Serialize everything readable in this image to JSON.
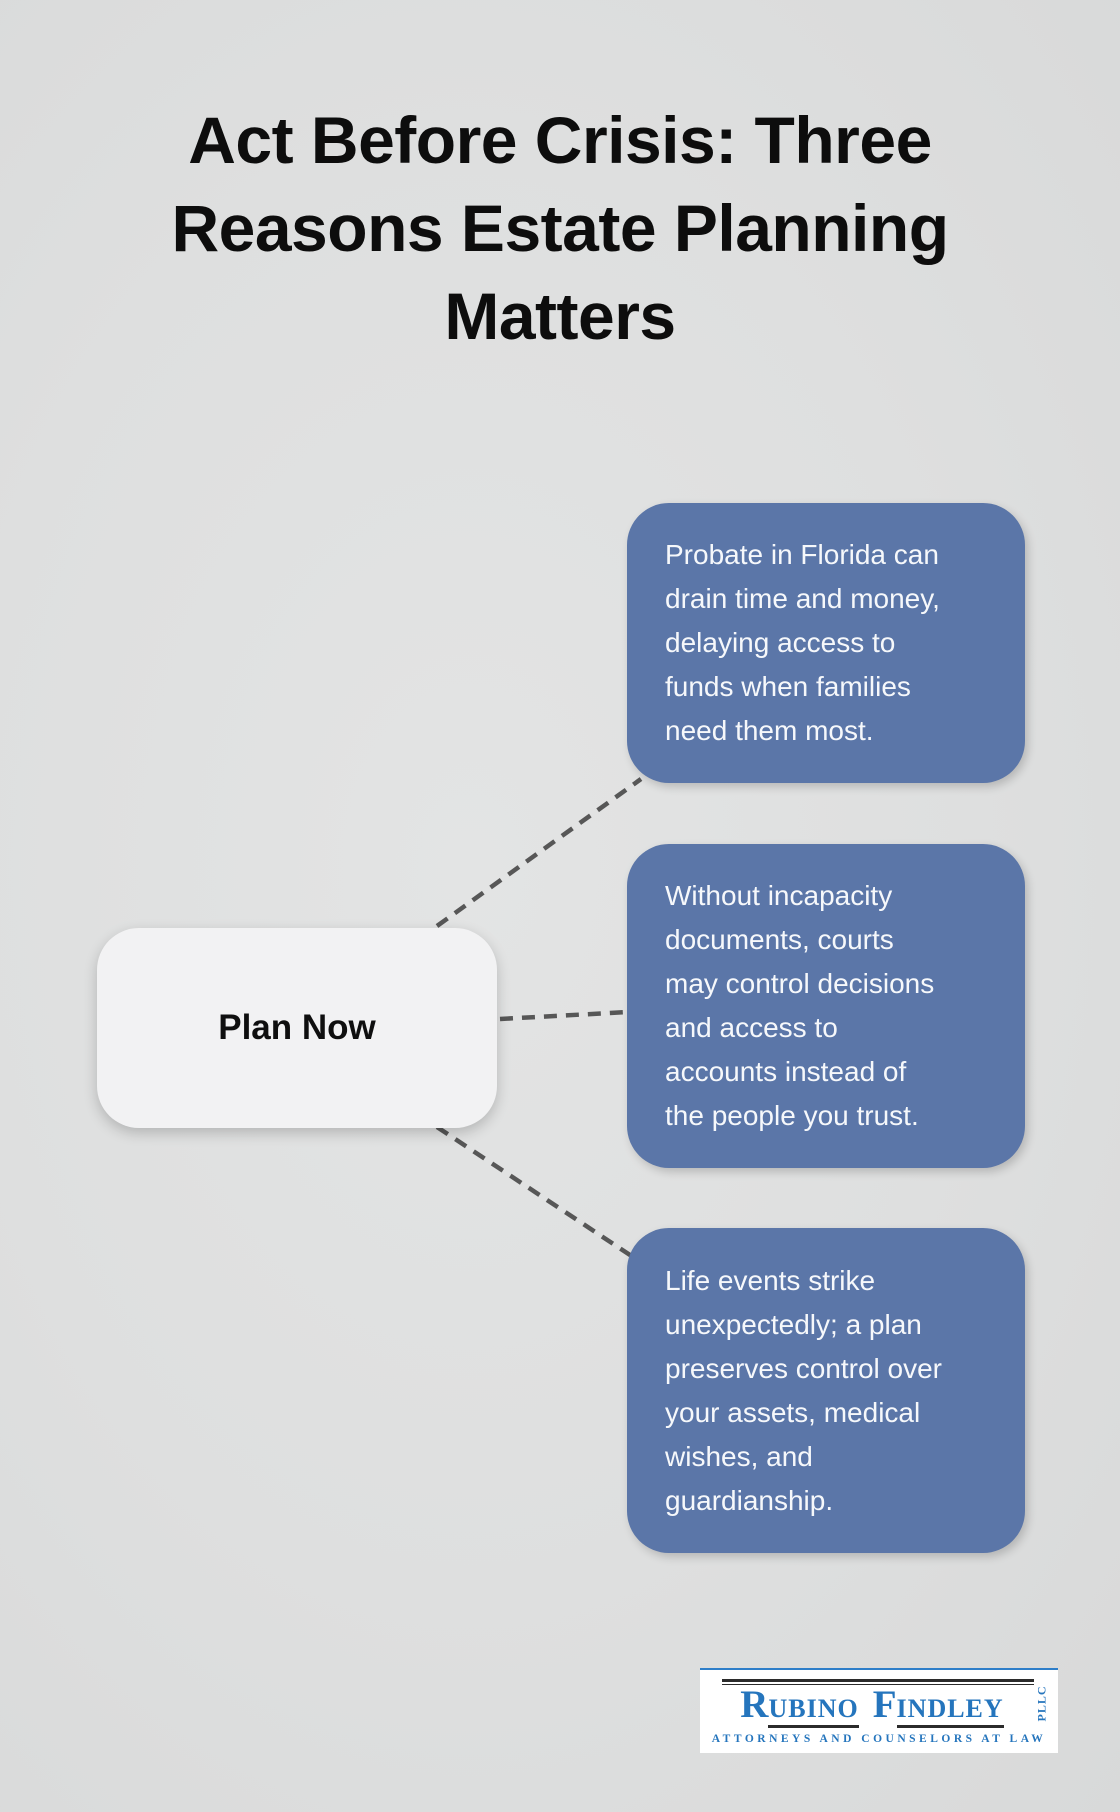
{
  "title": {
    "text": "Act Before Crisis: Three\nReasons Estate Planning\nMatters"
  },
  "plan_node": {
    "label": "Plan Now"
  },
  "reasons": [
    {
      "text": "Probate in Florida can\ndrain time and money,\ndelaying access to\nfunds when families\nneed them most."
    },
    {
      "text": "Without incapacity\ndocuments, courts\nmay control decisions\nand access to\naccounts instead of\nthe people you trust."
    },
    {
      "text": "Life events strike\nunexpectedly; a plan\npreserves control over\nyour assets, medical\nwishes, and\nguardianship."
    }
  ],
  "logo": {
    "name_initial_1": "R",
    "name_rest_1": "UBINO",
    "name_initial_2": "F",
    "name_rest_2": "INDLEY",
    "suffix": "PLLC",
    "tagline": "ATTORNEYS AND COUNSELORS AT LAW"
  },
  "colors": {
    "background": "#dedfdf",
    "title_text": "#0d0d0d",
    "card_blue": "#5b76a8",
    "card_text": "#f6f8fb",
    "node_fill": "#f2f2f3",
    "connector": "#575757",
    "logo_blue": "#2575bd",
    "logo_rule": "#2b2b2b",
    "logo_background": "#ffffff"
  }
}
